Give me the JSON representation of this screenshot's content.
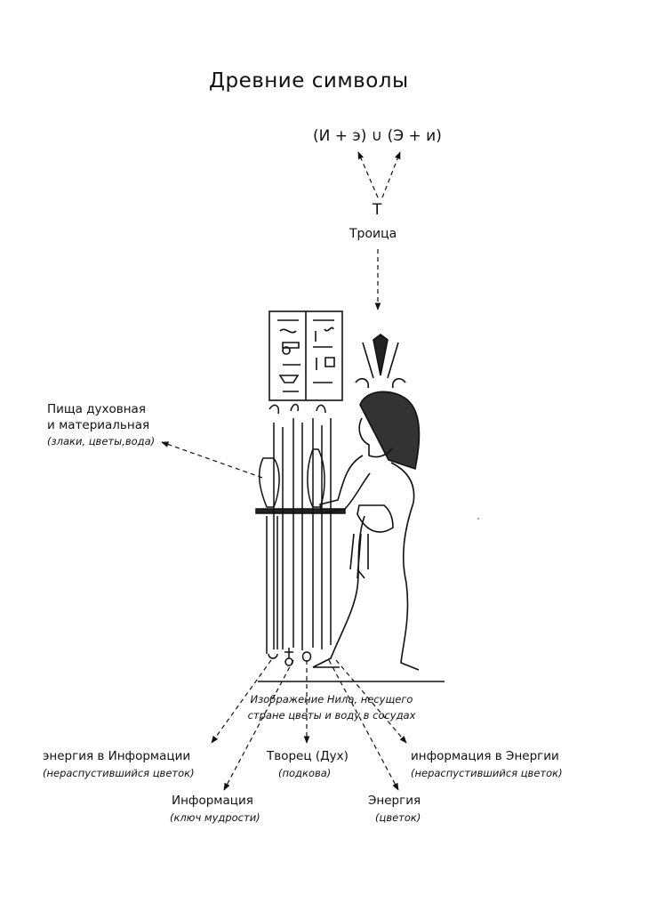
{
  "title": "Древние символы",
  "formula": "(И + э) ∪ (Э + и)",
  "t_letter": "Т",
  "trinity": "Троица",
  "food": {
    "line1": "Пища духовная",
    "line2": "и материальная",
    "detail": "(злаки, цветы,вода)"
  },
  "caption": {
    "line1": "Изображение Нила, несущего",
    "line2": "стране цветы и воду в сосудах"
  },
  "symbols": {
    "energy_in_info": {
      "label": "энергия в Информации",
      "note": "(нераспустившийся цветок)"
    },
    "creator": {
      "label": "Творец (Дух)",
      "note": "(подкова)"
    },
    "info_in_energy": {
      "label": "информация в Энергии",
      "note": "(нераспустившийся цветок)"
    },
    "information": {
      "label": "Информация",
      "note": "(ключ мудрости)"
    },
    "energy": {
      "label": "Энергия",
      "note": "(цветок)"
    }
  }
}
